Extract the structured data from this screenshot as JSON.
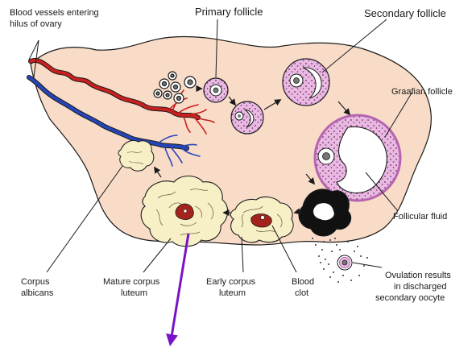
{
  "labels": {
    "blood_vessels_1": "Blood vessels entering",
    "blood_vessels_2": "hilus of ovary",
    "primary_follicle": "Primary follicle",
    "secondary_follicle": "Secondary follicle",
    "graafian_follicle": "Graafian follicle",
    "follicular_fluid": "Follicular fluid",
    "ovulation_1": "Ovulation results",
    "ovulation_2": "in discharged",
    "ovulation_3": "secondary oocyte",
    "corpus_albicans_1": "Corpus",
    "corpus_albicans_2": "albicans",
    "mature_cl_1": "Mature corpus",
    "mature_cl_2": "luteum",
    "early_cl_1": "Early corpus",
    "early_cl_2": "luteum",
    "blood_clot_1": "Blood",
    "blood_clot_2": "clot"
  },
  "colors": {
    "ovary_fill": "#f8dcc8",
    "follicle_pink": "#e9b9e3",
    "artery_red": "#c8201e",
    "vein_blue": "#2646b8",
    "corpus_yellow": "#f7efc6",
    "clot_red": "#a5231c",
    "annotation_arrow": "#7a12c9"
  }
}
